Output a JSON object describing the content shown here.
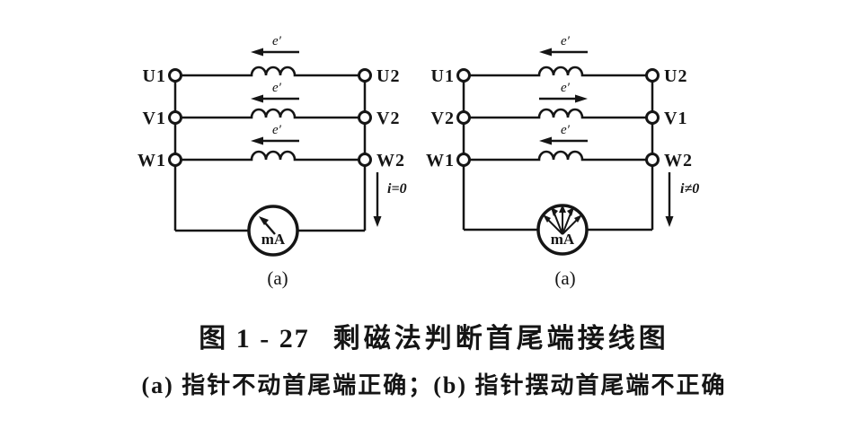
{
  "colors": {
    "ink": "#151515",
    "paper": "#ffffff"
  },
  "diagram_a": {
    "terminals_left": [
      "U1",
      "V1",
      "W1"
    ],
    "terminals_right": [
      "U2",
      "V2",
      "W2"
    ],
    "emf_labels": [
      "e′",
      "e′",
      "e′"
    ],
    "emf_arrow_directions": [
      "left",
      "left",
      "left"
    ],
    "current_label": "i=0",
    "meter_label": "mA",
    "meter_needle_state": "steady",
    "sub_label": "(a)"
  },
  "diagram_b": {
    "terminals_left": [
      "U1",
      "V2",
      "W1"
    ],
    "terminals_right": [
      "U2",
      "V1",
      "W2"
    ],
    "emf_labels": [
      "e′",
      "e′",
      "e′"
    ],
    "emf_arrow_directions": [
      "left",
      "right",
      "left"
    ],
    "current_label": "i≠0",
    "meter_label": "mA",
    "meter_needle_state": "swinging",
    "sub_label": "(a)"
  },
  "caption": {
    "figure_number": "图 1 - 27",
    "title": "剩磁法判断首尾端接线图",
    "subtitle": "(a) 指针不动首尾端正确；(b) 指针摆动首尾端不正确"
  }
}
